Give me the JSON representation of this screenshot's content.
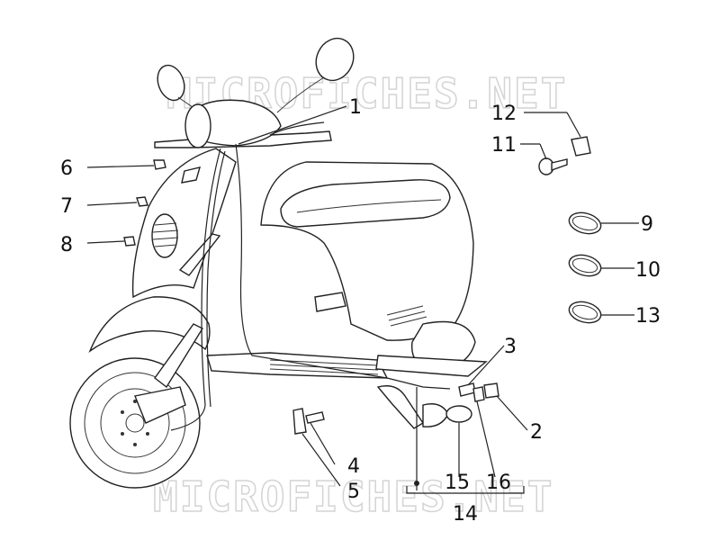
{
  "watermark": {
    "top": "MICROFICHES.NET",
    "bottom": "MICROFICHES.NET"
  },
  "callouts": {
    "c1": "1",
    "c2": "2",
    "c3": "3",
    "c4": "4",
    "c5": "5",
    "c6": "6",
    "c7": "7",
    "c8": "8",
    "c9": "9",
    "c10": "10",
    "c11": "11",
    "c12": "12",
    "c13": "13",
    "c14": "14",
    "c15": "15",
    "c16": "16"
  },
  "colors": {
    "ink": "#222222",
    "watermark": "#d4d4d4",
    "background": "#ffffff"
  }
}
